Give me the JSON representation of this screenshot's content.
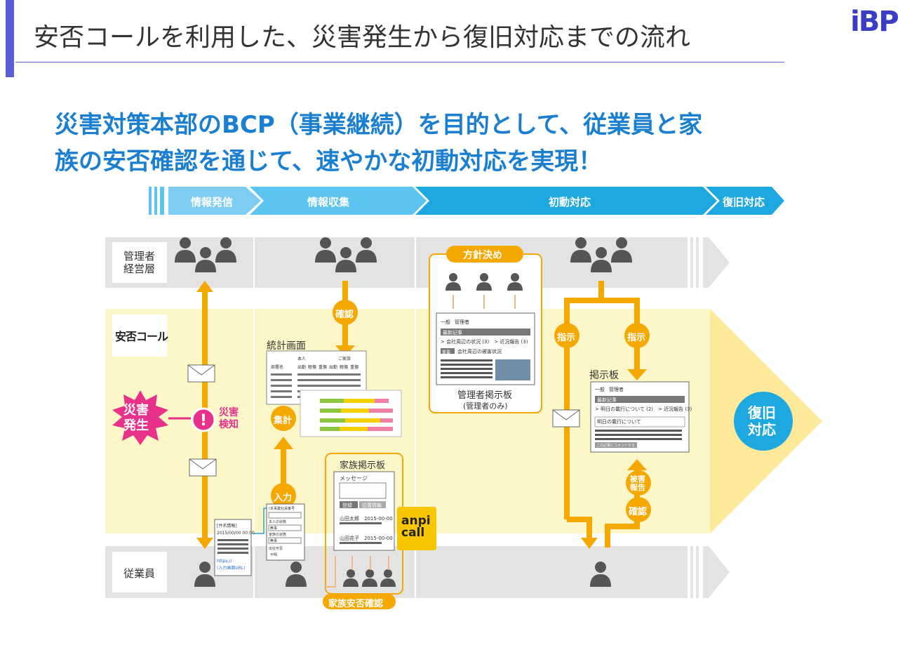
{
  "header": {
    "title": "安否コールを利用した、災害発生から復旧対応までの流れ",
    "logo": "iBP"
  },
  "subtitle": {
    "line1": "災害対策本部のBCP（事業継続）を目的として、従業員と家",
    "line2": "族の安否確認を通じて、速やかな初動対応を実現！"
  },
  "phases": [
    "情報発信",
    "情報収集",
    "初動対応",
    "復旧対応"
  ],
  "rows": {
    "management": [
      "管理者",
      "経営層"
    ],
    "employee": "従業員",
    "service_logo": "安否コール"
  },
  "labels": {
    "disaster": [
      "災害",
      "発生"
    ],
    "detection": [
      "災害",
      "検知"
    ],
    "confirm": "確認",
    "aggregate": "集計",
    "input": "入力",
    "stats_screen": "統計画面",
    "policy": "方針決め",
    "admin_board": "管理者掲示板",
    "admin_only": "(管理者のみ)",
    "instruct": "指示",
    "board": "掲示板",
    "damage_report": [
      "被害",
      "報告"
    ],
    "confirm2": "確認",
    "family_board": "家族掲示板",
    "family_check": "家族安否確認",
    "recovery": [
      "復旧",
      "対応"
    ],
    "anpi_call": [
      "anpi",
      "call"
    ]
  },
  "admin_board_content": {
    "tabs": [
      "一般",
      "管理者"
    ],
    "heading": "最新記事",
    "links": "> 会社周辺の状況 (3)　> 近況報告 (3)",
    "tag": "重要",
    "topic": "会社周辺の被害状況"
  },
  "board_content": {
    "tabs": [
      "一般",
      "管理者"
    ],
    "heading": "最新記事",
    "links": "> 明日の載行について (2)　> 近況報告 (3)",
    "topic": "明日の載行について",
    "button": "この記事にコメントする"
  },
  "family_content": {
    "message_label": "メッセージ",
    "buttons": [
      "登録",
      "位置情報"
    ],
    "entries": [
      "山田太郎　2015-00-00",
      "山田花子　2015-00-00"
    ]
  },
  "form_content": {
    "fields": [
      "(本事業社員番号",
      "本人の状態",
      "家族の状態",
      "出社可否"
    ],
    "values": [
      "無事",
      "無事",
      "不明"
    ]
  },
  "mail_content": {
    "header": "[件名情報]",
    "date": "2015/00/00 00:00",
    "link": "https://",
    "link_text": "(入力画面URL)"
  },
  "stats_content": {
    "col_groups": [
      "本人",
      "ご家族"
    ],
    "row_header": "部署名",
    "cols": [
      "出勤",
      "軽傷",
      "重傷",
      "出勤",
      "軽傷",
      "重傷"
    ]
  },
  "colors": {
    "orange": "#f5a800",
    "pink": "#e8318a",
    "blue": "#1ea8e0",
    "lightblue": "#5bc4ef",
    "yellow_band": "#fdf6c8",
    "gray_band": "#e3e3e3",
    "accent": "#5b5fd6"
  }
}
